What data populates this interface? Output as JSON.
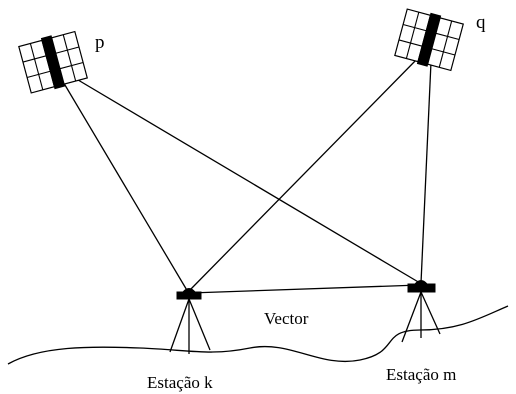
{
  "labels": {
    "satellite_p": "p",
    "satellite_q": "q",
    "vector": "Vector",
    "station_k": "Estação k",
    "station_m": "Estação m"
  },
  "colors": {
    "ink": "#000000",
    "background": "#ffffff"
  }
}
